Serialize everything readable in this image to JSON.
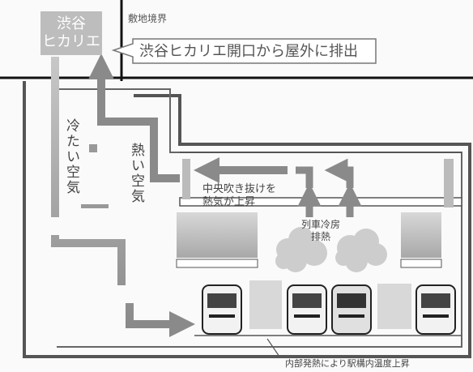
{
  "hikarie_label_line1": "渋谷",
  "hikarie_label_line2": "ヒカリエ",
  "site_boundary_label": "敷地境界",
  "exhaust_callout": "渋谷ヒカリエ開口から屋外に排出",
  "cold_air_label": "冷たい空気",
  "hot_air_label": "熱い空気",
  "central_atrium_label_line1": "中央吹き抜けを",
  "central_atrium_label_line2": "熱気が上昇",
  "train_ac_exhaust_line1": "列車冷房",
  "train_ac_exhaust_line2": "排熱",
  "bottom_note": "内部発熱により駅構内温度上昇",
  "colors": {
    "arrow": "#8a8a8a",
    "wall": "#555555",
    "box_fill": "#bdbdbd",
    "heat_cloud": "#c9c9c9"
  }
}
